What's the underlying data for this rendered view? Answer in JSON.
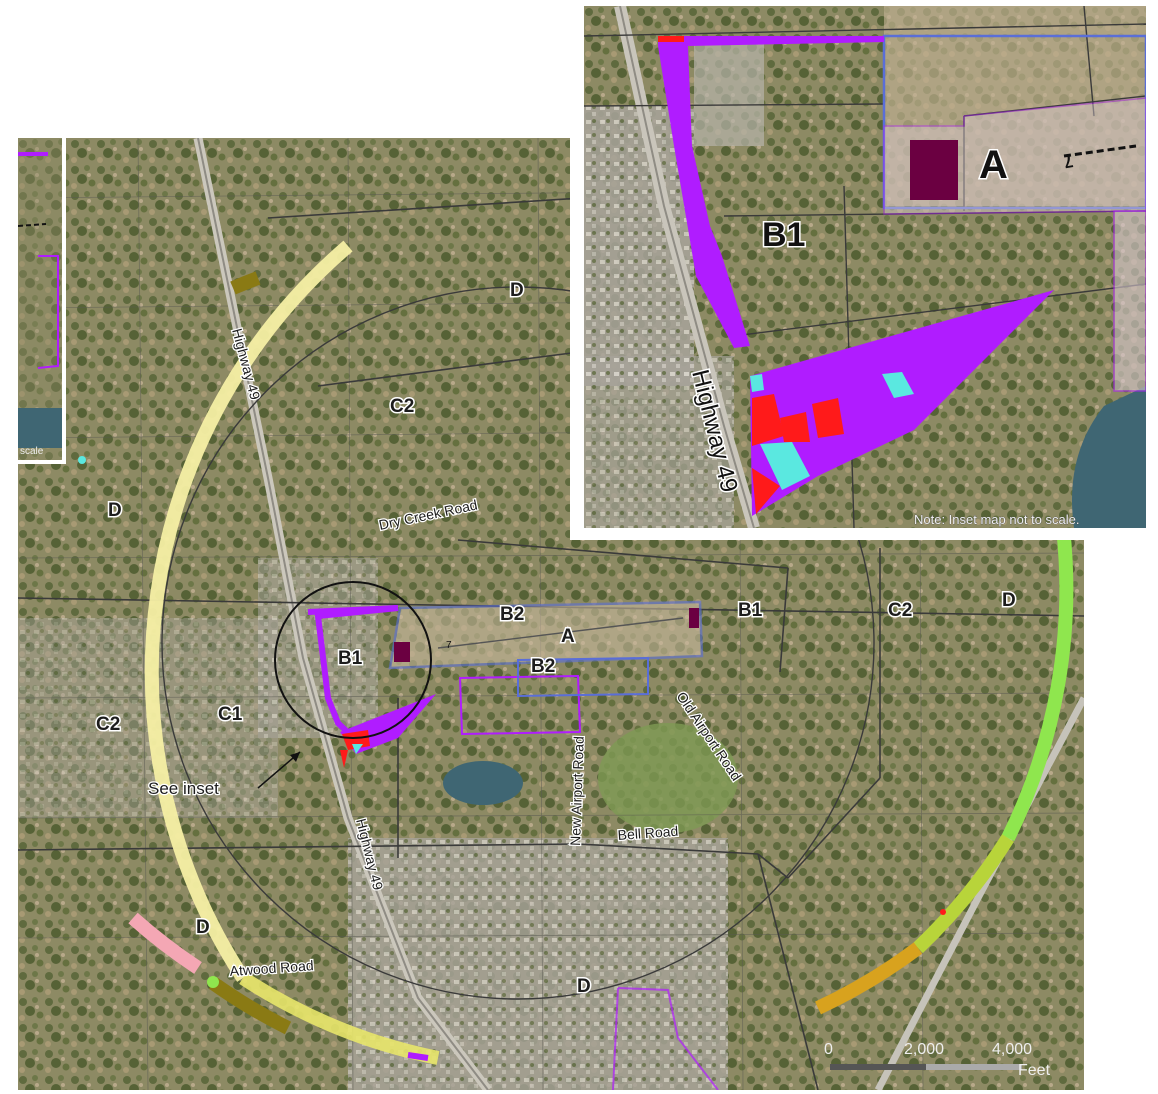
{
  "zones": {
    "A": "A",
    "B1": "B1",
    "B2": "B2",
    "C1": "C1",
    "C2": "C2",
    "D": "D"
  },
  "roads": {
    "highway_49": "Highway 49",
    "dry_creek": "Dry Creek Road",
    "new_airport": "New Airport Road",
    "old_airport": "Old Airport Road",
    "bell": "Bell Road",
    "atwood": "Atwood Road"
  },
  "runway_number": "7",
  "callout": "See inset",
  "inset_note": "Note: Inset map not to scale.",
  "left_inset_fragment": "scale",
  "scale_bar": {
    "ticks": [
      "0",
      "2,000",
      "4,000"
    ],
    "unit": "Feet"
  },
  "colors": {
    "boundary": "#3a3a3a",
    "zone_a": "#6b0041",
    "purple": "#b01cff",
    "red": "#ff1a1a",
    "cyan": "#5ae8e0",
    "airport_outline": "#5a6ed8",
    "ring_yellow": "#f6efa4",
    "ring_green": "#8fe64e",
    "ring_pink": "#f4a7b4",
    "ring_olive": "#8a7a14"
  }
}
